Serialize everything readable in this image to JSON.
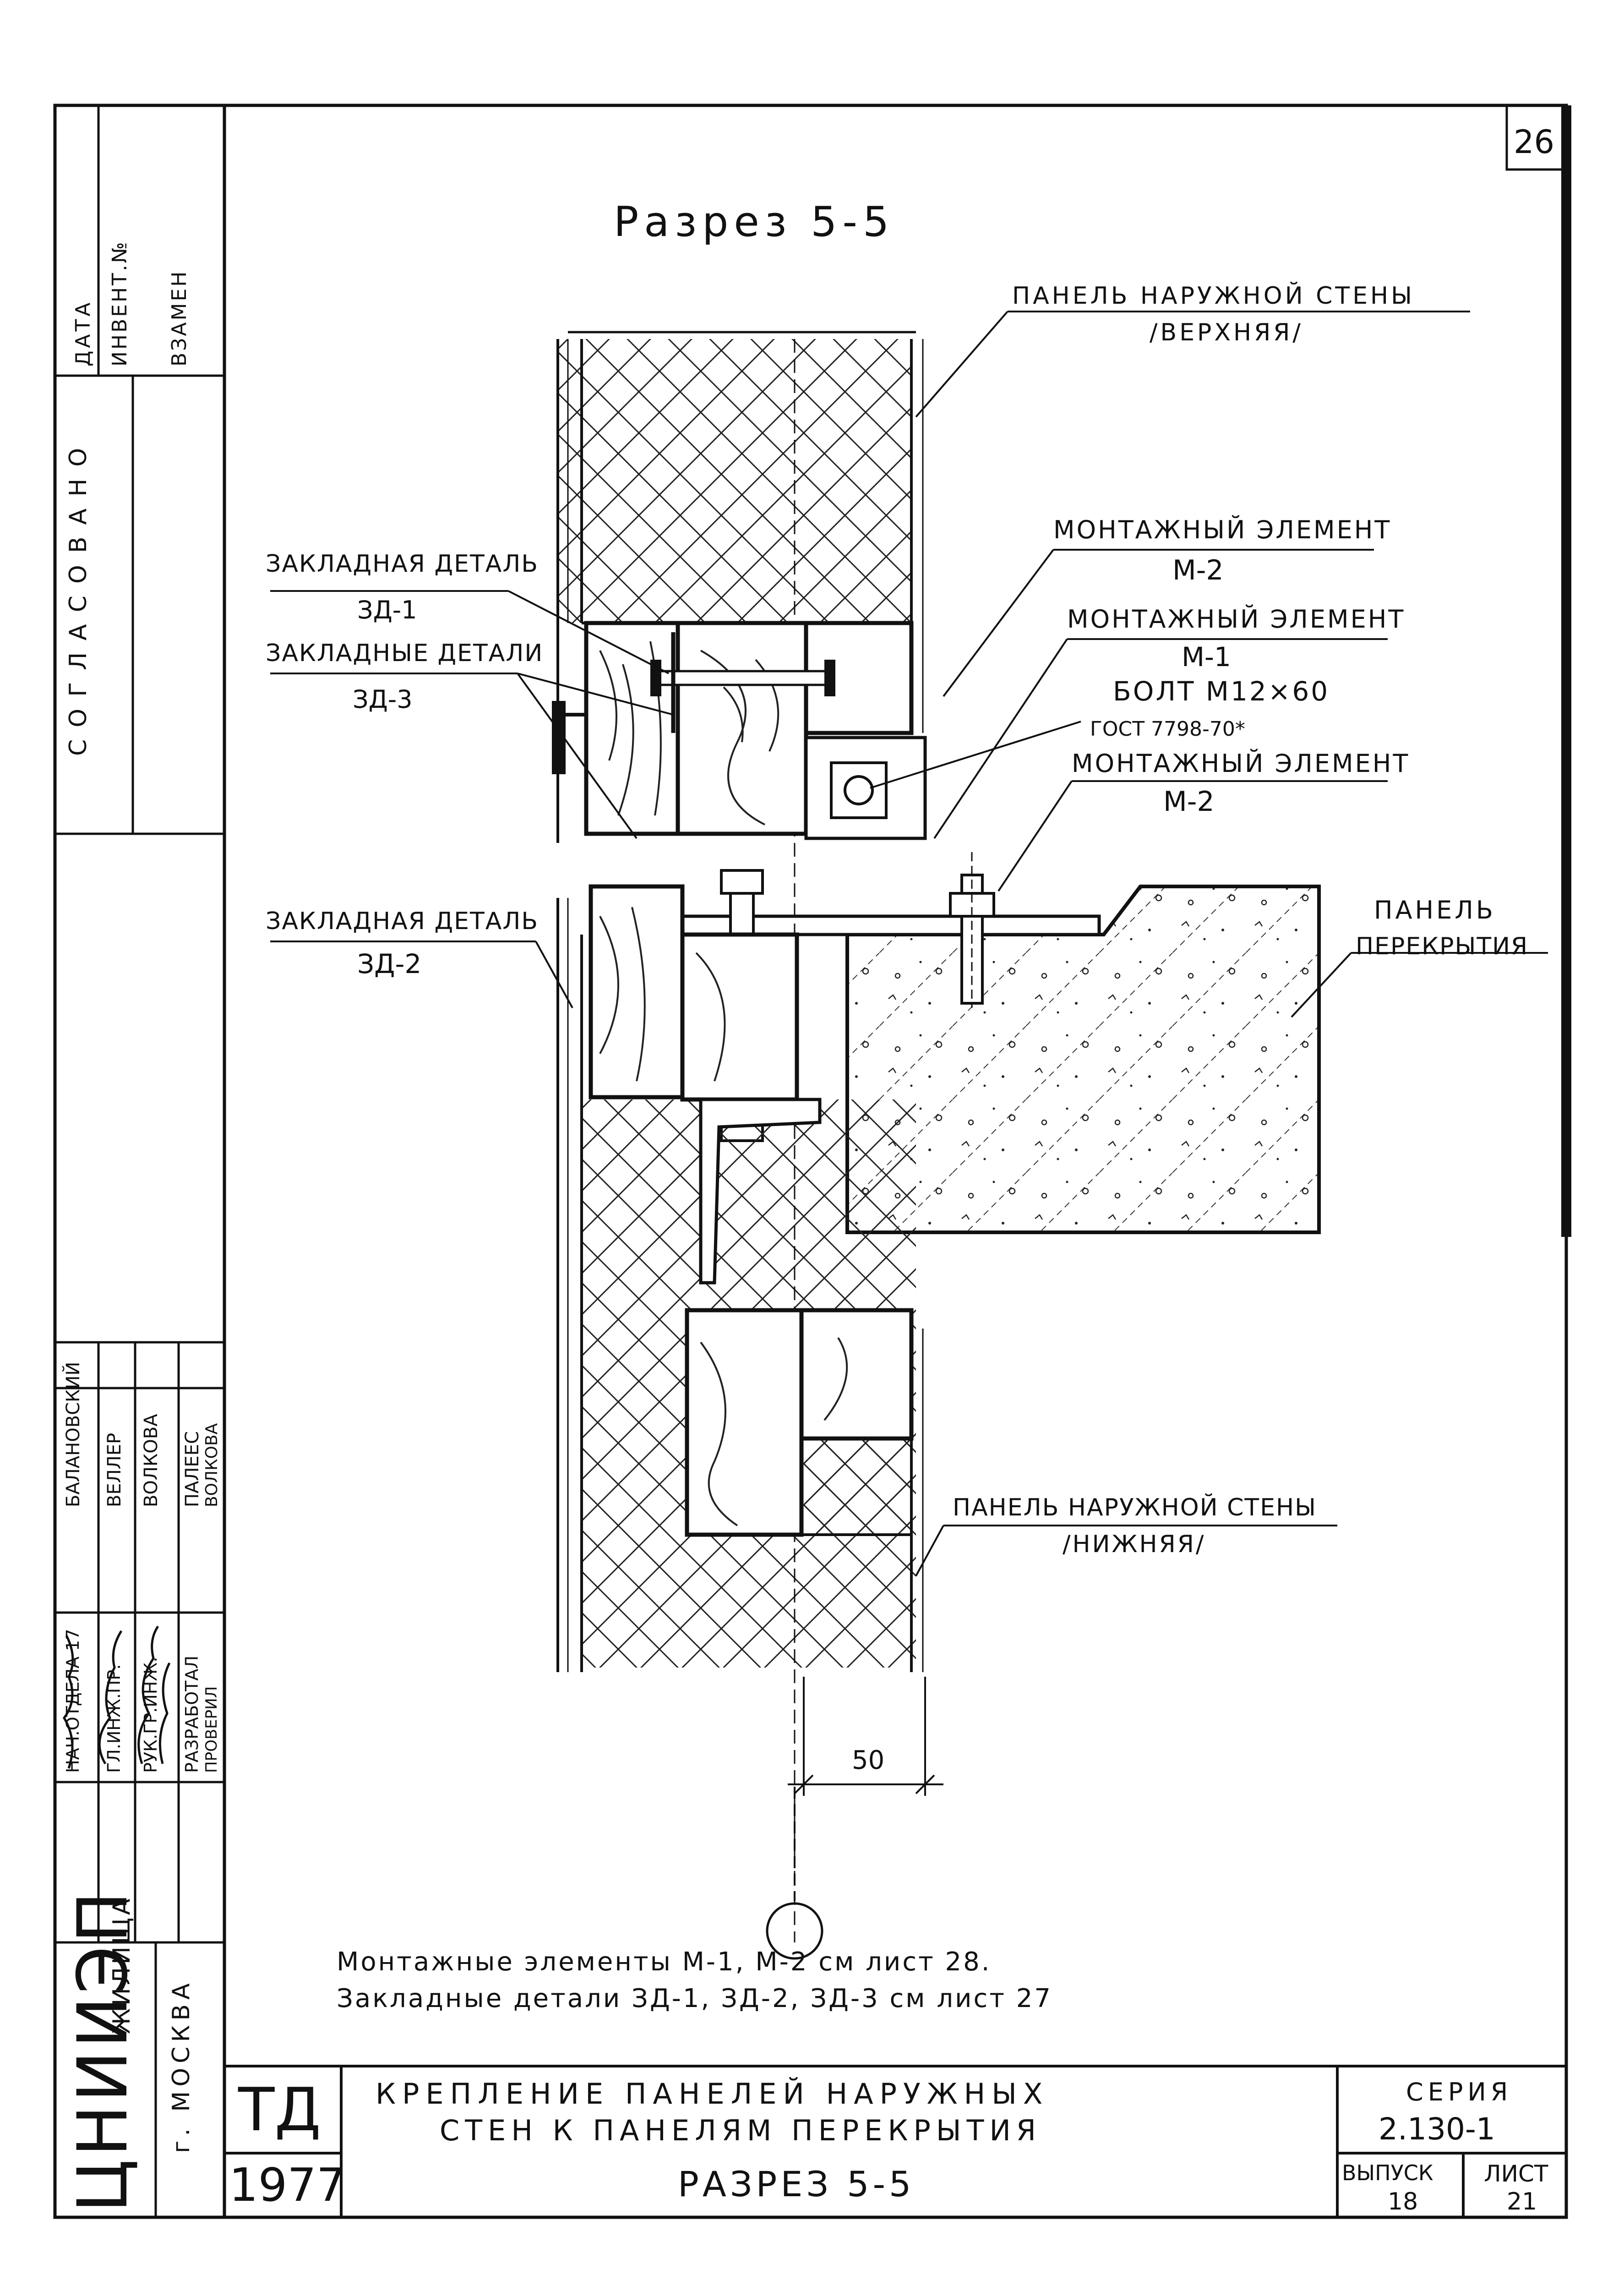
{
  "sheet_corner_number": "26",
  "title_top": "Разрез 5-5",
  "labels": {
    "panel_upper_1": "ПАНЕЛЬ НАРУЖНОЙ СТЕНЫ",
    "panel_upper_2": "/ВЕРХНЯЯ/",
    "mount_m2_a_1": "МОНТАЖНЫЙ ЭЛЕМЕНТ",
    "mount_m2_a_2": "М-2",
    "mount_m1_1": "МОНТАЖНЫЙ ЭЛЕМЕНТ",
    "mount_m1_2": "М-1",
    "bolt_1": "БОЛТ М12×60",
    "bolt_2": "ГОСТ 7798-70*",
    "mount_m2_b_1": "МОНТАЖНЫЙ ЭЛЕМЕНТ",
    "mount_m2_b_2": "М-2",
    "slab_1": "ПАНЕЛЬ",
    "slab_2": "ПЕРЕКРЫТИЯ",
    "zd1_1": "ЗАКЛАДНАЯ ДЕТАЛЬ",
    "zd1_2": "ЗД-1",
    "zd3_1": "ЗАКЛАДНЫЕ ДЕТАЛИ",
    "zd3_2": "ЗД-3",
    "zd2_1": "ЗАКЛАДНАЯ ДЕТАЛЬ",
    "zd2_2": "ЗД-2",
    "panel_lower_1": "ПАНЕЛЬ НАРУЖНОЙ СТЕНЫ",
    "panel_lower_2": "/НИЖНЯЯ/",
    "dim_50": "50"
  },
  "notes": [
    "Монтажные элементы М-1, М-2 см лист 28.",
    "Закладные детали ЗД-1, ЗД-2, ЗД-3 см лист 27"
  ],
  "left_strip": {
    "data": "ДАТА",
    "invent": "ИНВЕНТ.№",
    "vzamen": "ВЗАМЕН",
    "soglasovano": "СОГЛАСОВАНО",
    "roles": [
      "НАЧ.ОТДЕЛА 17",
      "ГЛ.ИНЖ.ПР.",
      "РУК.ГР.ИНЖ.",
      "РАЗРАБОТАЛ",
      "ПРОВЕРИЛ"
    ],
    "names": [
      "БАЛАНОВСКИЙ",
      "ВЕЛЛЕР",
      "ВОЛКОВА",
      "ПАЛЕЕС",
      "ВОЛКОВА"
    ],
    "org": "ЦНИИЭП",
    "org_sub": "ЖИЛИЩА",
    "city": "г. МОСКВА"
  },
  "title_block": {
    "td": "ТД",
    "year": "1977",
    "title_line1": "КРЕПЛЕНИЕ ПАНЕЛЕЙ НАРУЖНЫХ",
    "title_line2": "СТЕН К ПАНЕЛЯМ ПЕРЕКРЫТИЯ",
    "title_line3": "РАЗРЕЗ 5-5",
    "seria_label": "СЕРИЯ",
    "seria_value": "2.130-1",
    "vypusk_label": "ВЫПУСК",
    "vypusk_value": "18",
    "list_label": "ЛИСТ",
    "list_value": "21"
  }
}
